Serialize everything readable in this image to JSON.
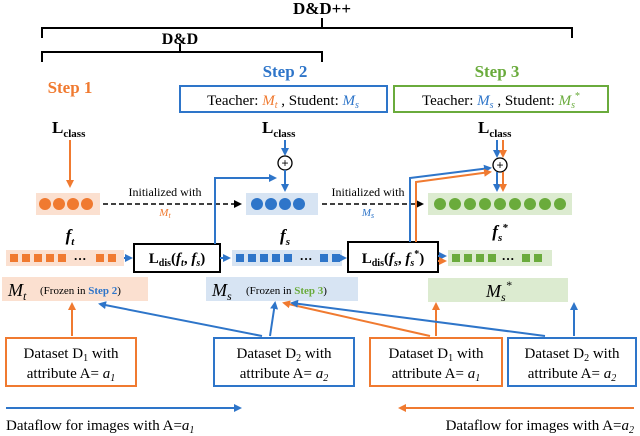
{
  "header": {
    "dd_plus_label": "D&D++",
    "dd_label": "D&D"
  },
  "steps": [
    {
      "label": "Step 1",
      "color": "#f07a30"
    },
    {
      "label": "Step 2",
      "color": "#2e75c9",
      "role_text": "Teacher: M_t , Student: M_s"
    },
    {
      "label": "Step 3",
      "color": "#6aab3c",
      "role_text": "Teacher: M_s , Student: M_s*"
    }
  ],
  "losses": {
    "class": "L_class",
    "dis_step2": "L_dis(f_t , f_s)",
    "dis_step3": "L_dis(f_s , f_s*)"
  },
  "init": {
    "text1": "Initialized with",
    "sub1": "M_t",
    "text2": "Initialized with",
    "sub2": "M_s"
  },
  "features": {
    "ft": "f_t",
    "fs": "f_s",
    "fs_star": "f_s*"
  },
  "models": {
    "mt": "M_t",
    "mt_note_prefix": "(Frozen in ",
    "mt_note_step": "Step 2",
    "mt_note_suffix": ")",
    "ms": "M_s",
    "ms_note_prefix": "(Frozen in ",
    "ms_note_step": "Step 3",
    "ms_note_suffix": ")",
    "ms_star": "M_s*"
  },
  "datasets": [
    {
      "line1": "Dataset D_1 with",
      "line2": "attribute A= a_1",
      "color": "#f07a30"
    },
    {
      "line1": "Dataset D_2 with",
      "line2": "attribute A= a_2",
      "color": "#2e75c9"
    },
    {
      "line1": "Dataset D_1 with",
      "line2": "attribute A= a_1",
      "color": "#f07a30"
    },
    {
      "line1": "Dataset D_2 with",
      "line2": "attribute A= a_2",
      "color": "#2e75c9"
    }
  ],
  "legend": {
    "blue": "Dataflow for images with A=a_1",
    "orange": "Dataflow for images with A=a_2"
  },
  "colors": {
    "orange": "#f07a30",
    "blue": "#2e75c9",
    "green": "#6aab3c",
    "black": "#000000"
  }
}
